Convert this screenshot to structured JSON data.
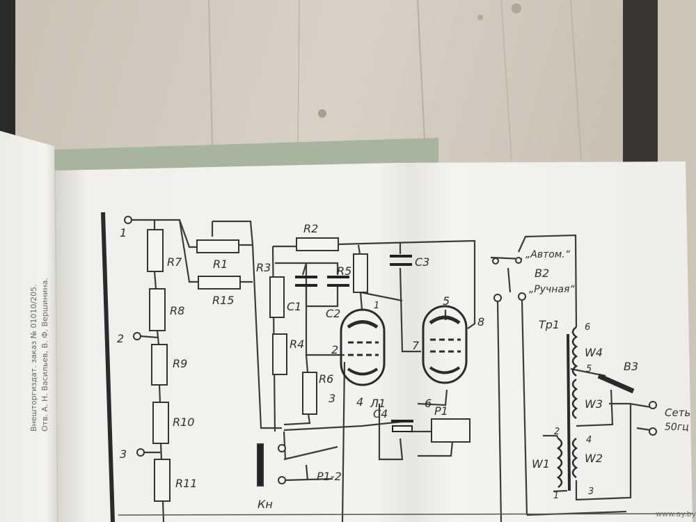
{
  "left_page": {
    "side_text": [
      "Внешторгиздат. заказ № 01010/205.",
      "Отв. А. Н. Васильев, В. Ф. Вершинина."
    ]
  },
  "schematic": {
    "terminals": [
      "1",
      "2",
      "3"
    ],
    "resistors": [
      "R7",
      "R8",
      "R9",
      "R10",
      "R11",
      "R1",
      "R15",
      "R2",
      "R3",
      "R4",
      "R5",
      "R6"
    ],
    "capacitors": [
      "C1",
      "C2",
      "C3",
      "C4"
    ],
    "tube": "Л1",
    "pins": [
      "1",
      "2",
      "3",
      "4",
      "5",
      "6",
      "7",
      "8"
    ],
    "relay": "P1",
    "relay_contact": "P1-2",
    "button": "Кн",
    "switch_b2": "B2",
    "switch_b2_auto": "„Автом.“",
    "switch_b2_manual": "„Ручная“",
    "switch_b3": "B3",
    "transformer": "Тр1",
    "windings": [
      "W1",
      "W2",
      "W3",
      "W4"
    ],
    "winding_taps": [
      "1",
      "2",
      "3",
      "4",
      "5",
      "6"
    ],
    "mains_label": "Сеть",
    "mains_freq": "50гц"
  },
  "watermark": "www.ay.by"
}
